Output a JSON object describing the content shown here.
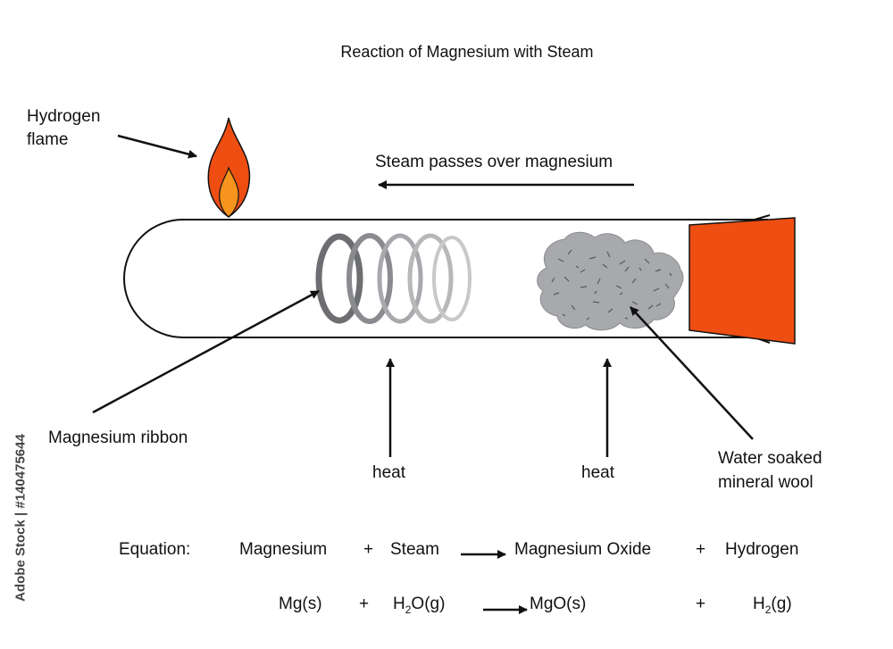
{
  "title": "Reaction of Magnesium with Steam",
  "labels": {
    "hydrogen_flame_line1": "Hydrogen",
    "hydrogen_flame_line2": "flame",
    "steam_flow": "Steam passes over magnesium",
    "magnesium_ribbon": "Magnesium ribbon",
    "heat_left": "heat",
    "heat_right": "heat",
    "mineral_wool_line1": "Water soaked",
    "mineral_wool_line2": "mineral wool"
  },
  "equation": {
    "label": "Equation:",
    "word": {
      "reactant1": "Magnesium",
      "plus1": "+",
      "reactant2": "Steam",
      "product1": "Magnesium Oxide",
      "plus2": "+",
      "product2": "Hydrogen"
    },
    "symbol": {
      "reactant1": "Mg(s)",
      "plus1": "+",
      "reactant2_pre": "H",
      "reactant2_sub": "2",
      "reactant2_post": "O(g)",
      "product1": "MgO(s)",
      "plus2": "+",
      "product2_pre": "H",
      "product2_sub": "2",
      "product2_post": "(g)"
    }
  },
  "watermark": "Adobe Stock | #140475644",
  "colors": {
    "flame_outer": "#ee4e12",
    "flame_inner": "#f7941d",
    "stopper": "#ee4e12",
    "mineral_wool": "#a7a9ac",
    "ribbon_dark": "#6d6e71",
    "ribbon_light": "#c7c8ca"
  }
}
